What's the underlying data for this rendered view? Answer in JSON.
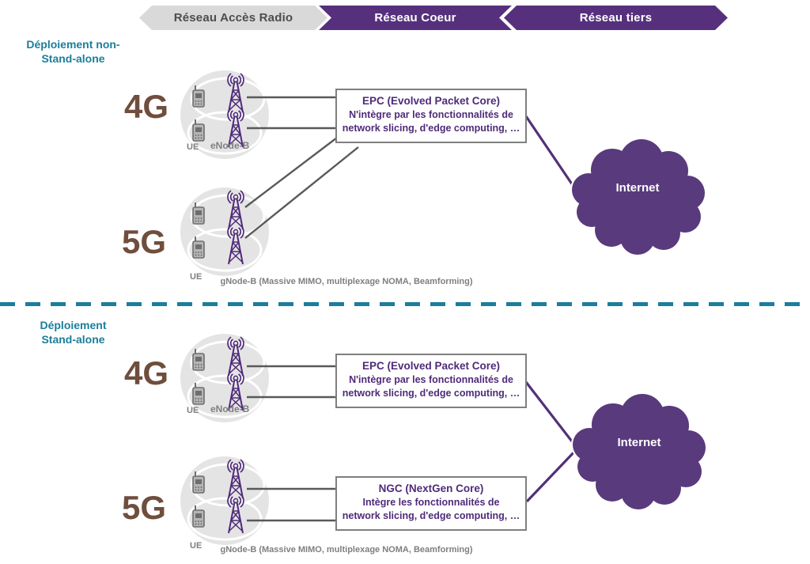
{
  "colors": {
    "teal": "#1b7e9b",
    "brown": "#6f4e3d",
    "purple_text": "#4f2b7a",
    "purple_header": "#56307d",
    "cloud_purple": "#593a7c",
    "header_gray": "#d9d9d9",
    "line_gray": "#595959"
  },
  "icons": {
    "phone": "ue-handset-icon",
    "antenna": "radio-tower-icon",
    "cloud": "internet-cloud-shape"
  },
  "header": {
    "segments": [
      "Réseau Accès Radio",
      "Réseau Coeur",
      "Réseau tiers"
    ]
  },
  "nsa": {
    "deployment_line1": "Déploiement non-",
    "deployment_line2": "Stand-alone",
    "g4": "4G",
    "g5": "5G",
    "ue_4g": "UE",
    "enodeb": "eNode-B",
    "ue_5g": "UE",
    "gnodeb_caption": "gNode-B (Massive MIMO, multiplexage NOMA, Beamforming)",
    "epc": {
      "title": "EPC (Evolved Packet Core)",
      "body1": "N'intègre par les fonctionnalités de",
      "body2": "network slicing, d'edge computing, …"
    },
    "internet": "Internet"
  },
  "sa": {
    "deployment_line1": "Déploiement",
    "deployment_line2": "Stand-alone",
    "g4": "4G",
    "g5": "5G",
    "ue_4g": "UE",
    "enodeb": "eNode-B",
    "ue_5g": "UE",
    "gnodeb_caption": "gNode-B (Massive MIMO, multiplexage NOMA, Beamforming)",
    "epc": {
      "title": "EPC (Evolved Packet Core)",
      "body1": "N'intègre par les fonctionnalités de",
      "body2": "network slicing, d'edge computing, …"
    },
    "ngc": {
      "title": "NGC (NextGen Core)",
      "body1": "Intègre les fonctionnalités de",
      "body2": "network slicing, d'edge computing, …"
    },
    "internet": "Internet"
  }
}
